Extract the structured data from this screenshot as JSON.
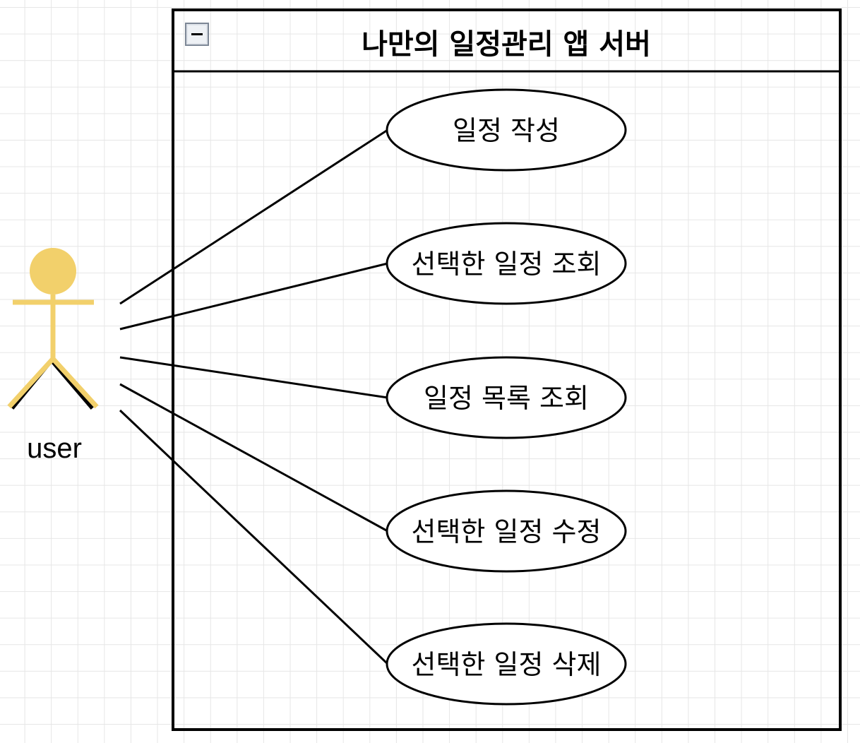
{
  "system": {
    "title": "나만의 일정관리 앱 서버",
    "collapse_symbol": "−"
  },
  "actor": {
    "label": "user",
    "color": "#F2D06B"
  },
  "use_cases": [
    {
      "label": "일정 작성"
    },
    {
      "label": "선택한 일정 조회"
    },
    {
      "label": "일정 목록 조회"
    },
    {
      "label": "선택한 일정 수정"
    },
    {
      "label": "선택한 일정 삭제"
    }
  ]
}
